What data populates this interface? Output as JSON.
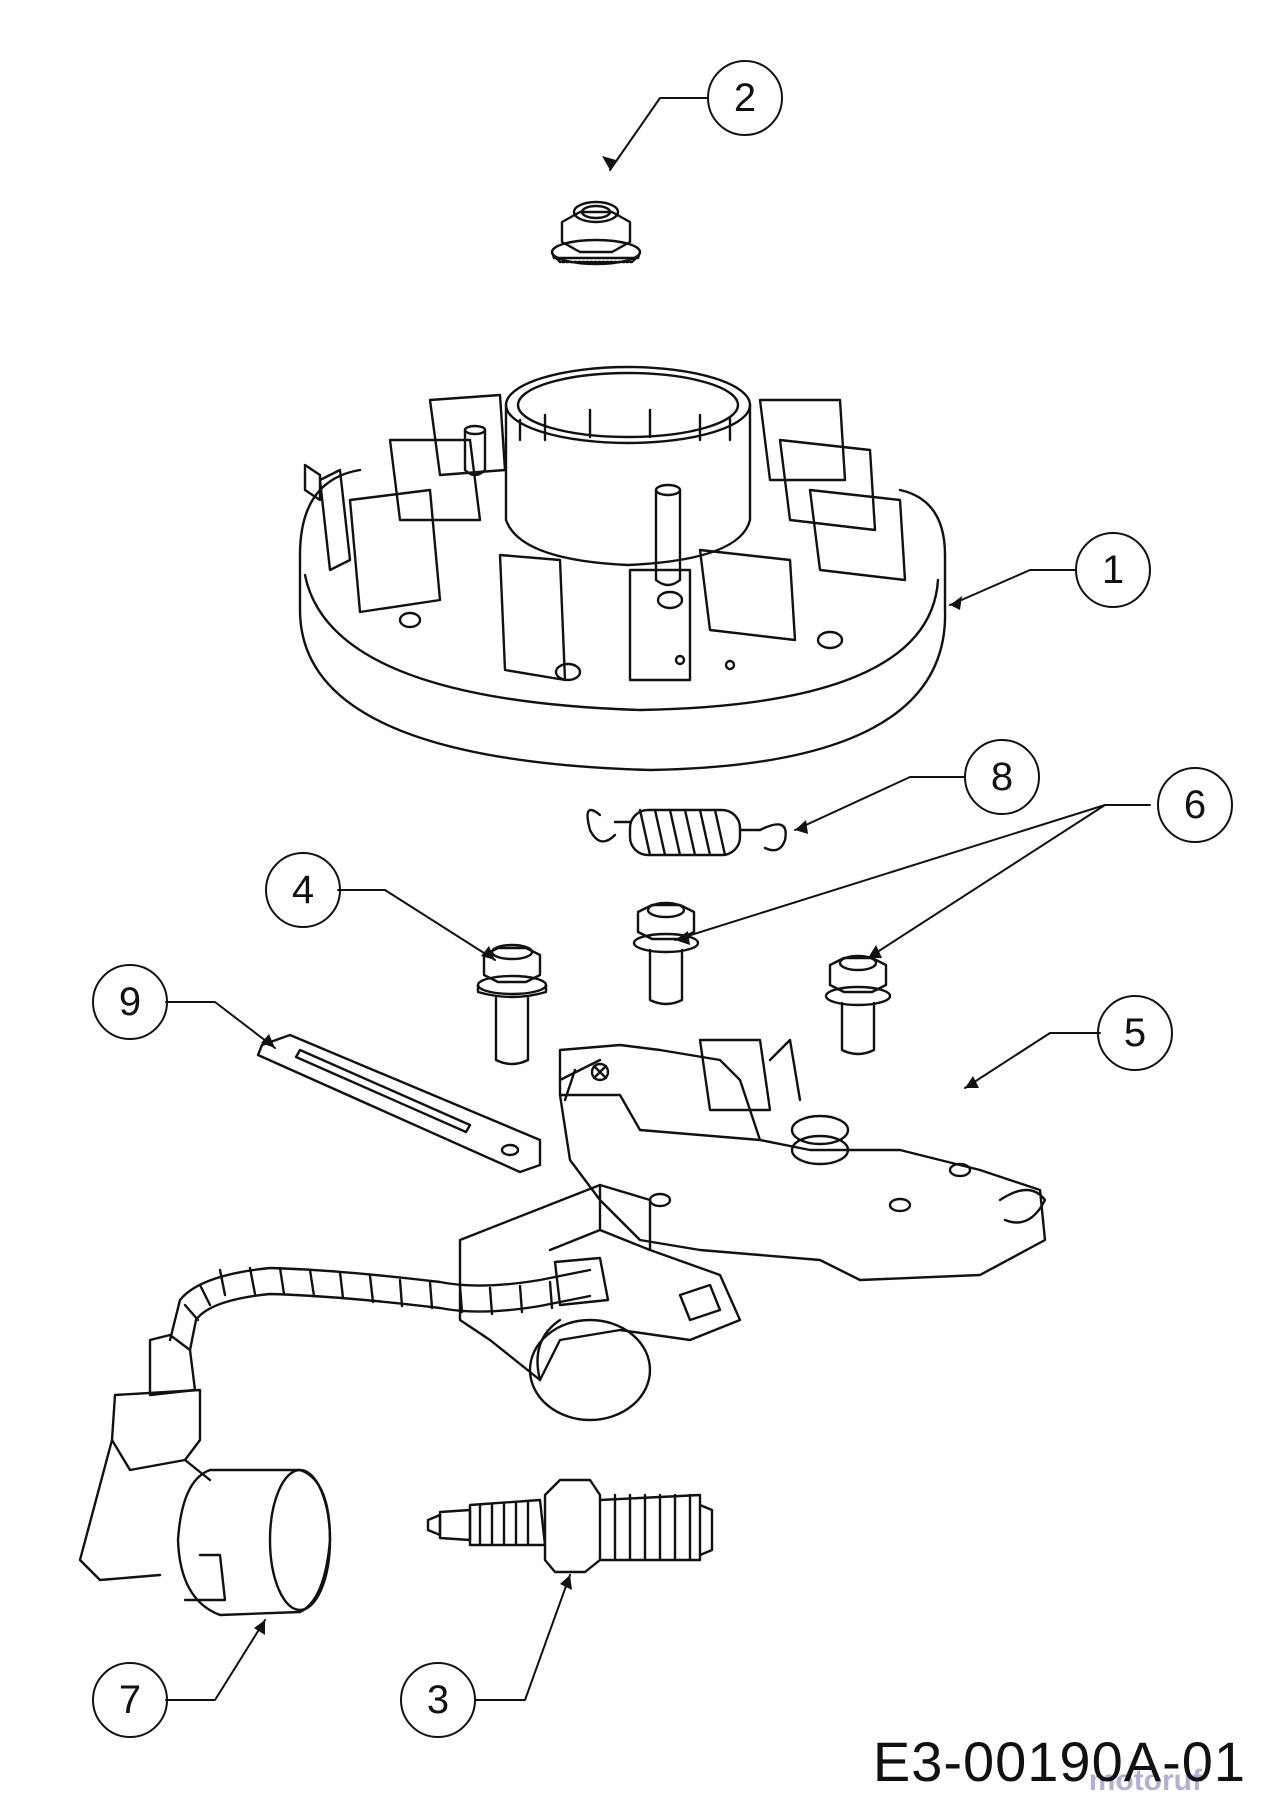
{
  "diagram": {
    "callouts": [
      {
        "id": "1",
        "part": "flywheel"
      },
      {
        "id": "2",
        "part": "flywheel-nut"
      },
      {
        "id": "3",
        "part": "spark-plug"
      },
      {
        "id": "4",
        "part": "bolt"
      },
      {
        "id": "5",
        "part": "brake-bracket"
      },
      {
        "id": "6",
        "part": "bolts"
      },
      {
        "id": "7",
        "part": "spark-plug-boot"
      },
      {
        "id": "8",
        "part": "spring"
      },
      {
        "id": "9",
        "part": "strap"
      }
    ],
    "drawing_code": "E3-00190A-01",
    "watermark": "motoruf"
  },
  "colors": {
    "line": "#111111",
    "background": "#ffffff"
  }
}
